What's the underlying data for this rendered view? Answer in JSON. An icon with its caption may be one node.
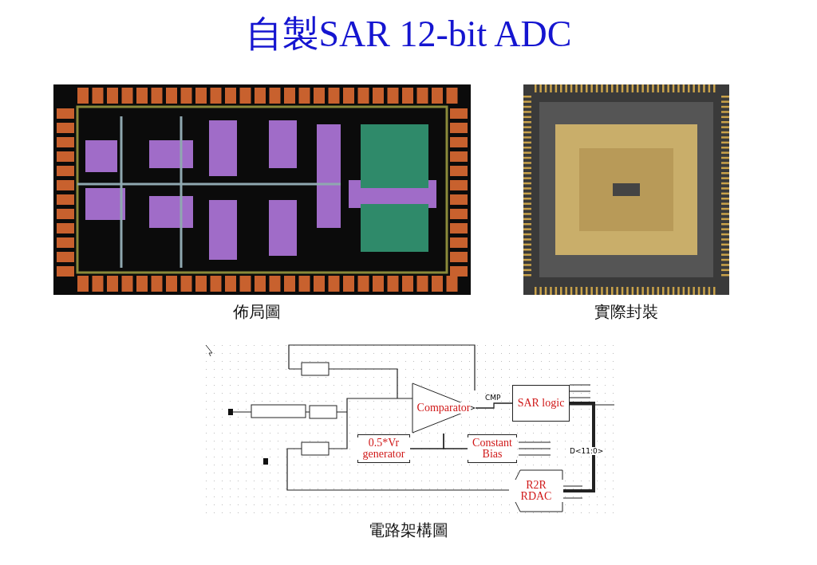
{
  "diagram": {
    "title": "自製SAR 12-bit ADC",
    "nodes": [
      {
        "text": [],
        "shape": "picture",
        "beside": [
          "佈局圖"
        ]
      },
      {
        "text": [],
        "shape": "picture",
        "beside": [
          "實際封裝"
        ]
      },
      {
        "text": [],
        "shape": "picture",
        "beside": [
          "電路架構圖"
        ]
      },
      {
        "text": [
          "Comparator"
        ],
        "in": 2
      },
      {
        "text": [
          "SAR logic"
        ],
        "in": 2
      },
      {
        "text": [
          "0.5*Vr generator"
        ],
        "in": 2
      },
      {
        "text": [
          "Constant Bias"
        ],
        "in": 2
      },
      {
        "text": [
          "R2R RDAC"
        ],
        "in": 2
      }
    ],
    "edges": [
      {
        "from": 5,
        "to": 3,
        "arrow": "none"
      },
      {
        "from": 3,
        "to": 4,
        "arrow": "none",
        "label": "CMP"
      },
      {
        "from": 4,
        "to": 7,
        "arrow": "none",
        "style": "thick",
        "label": "D<11:0>"
      },
      {
        "from": 6,
        "to": 3,
        "arrow": "none"
      }
    ]
  }
}
